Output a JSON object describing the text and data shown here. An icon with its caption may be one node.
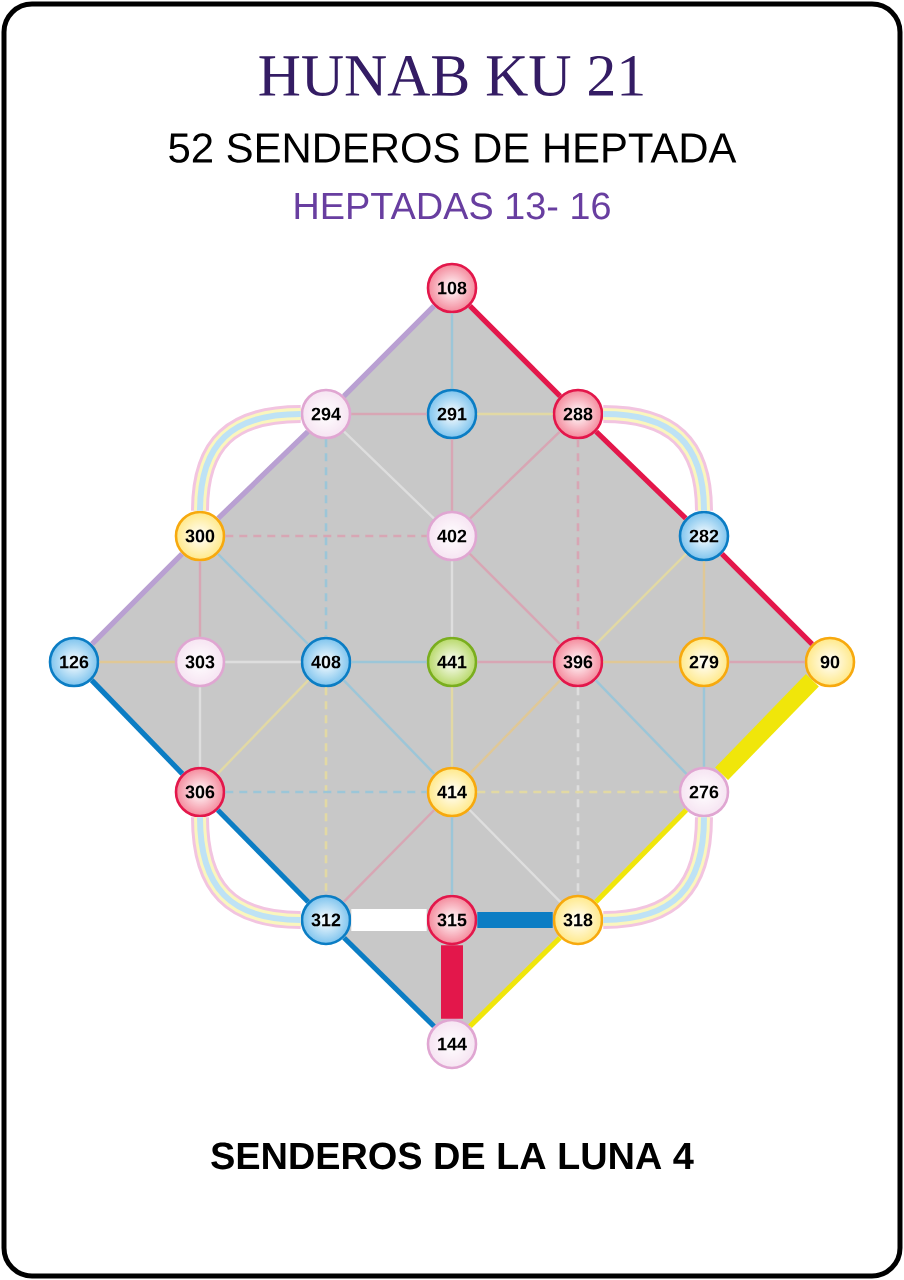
{
  "diagram": {
    "title": "HUNAB KU 21",
    "caption": "SENDEROS DE LA LUNA 4",
    "labels": [
      "52 SENDEROS DE HEPTADA",
      "HEPTADAS 13- 16"
    ],
    "nodes": [
      {
        "text": [
          "108"
        ]
      },
      {
        "text": [
          "294"
        ]
      },
      {
        "text": [
          "291"
        ]
      },
      {
        "text": [
          "288"
        ]
      },
      {
        "text": [
          "300"
        ]
      },
      {
        "text": [
          "402"
        ]
      },
      {
        "text": [
          "282"
        ]
      },
      {
        "text": [
          "126"
        ]
      },
      {
        "text": [
          "303"
        ]
      },
      {
        "text": [
          "408"
        ]
      },
      {
        "text": [
          "441"
        ]
      },
      {
        "text": [
          "396"
        ]
      },
      {
        "text": [
          "279"
        ]
      },
      {
        "text": [
          "90"
        ]
      },
      {
        "text": [
          "306"
        ]
      },
      {
        "text": [
          "414"
        ]
      },
      {
        "text": [
          "276"
        ]
      },
      {
        "text": [
          "312"
        ]
      },
      {
        "text": [
          "315"
        ]
      },
      {
        "text": [
          "318"
        ]
      },
      {
        "text": [
          "144"
        ]
      }
    ],
    "edges": [
      {
        "from": 0,
        "to": 1,
        "arrow": "none",
        "color": "#b9a0d2"
      },
      {
        "from": 1,
        "to": 4,
        "arrow": "none",
        "color": "#b9a0d2"
      },
      {
        "from": 4,
        "to": 7,
        "arrow": "none",
        "color": "#b9a0d2"
      },
      {
        "from": 0,
        "to": 3,
        "arrow": "none",
        "color": "#e3174b"
      },
      {
        "from": 3,
        "to": 6,
        "arrow": "none",
        "color": "#e3174b"
      },
      {
        "from": 6,
        "to": 13,
        "arrow": "none",
        "color": "#e3174b"
      },
      {
        "from": 7,
        "to": 14,
        "arrow": "none",
        "color": "#0b7dc4"
      },
      {
        "from": 14,
        "to": 17,
        "arrow": "none",
        "color": "#0b7dc4"
      },
      {
        "from": 17,
        "to": 20,
        "arrow": "none",
        "color": "#0b7dc4"
      },
      {
        "from": 13,
        "to": 16,
        "arrow": "none",
        "style": "thick",
        "color": "#f0e60a"
      },
      {
        "from": 16,
        "to": 19,
        "arrow": "none",
        "color": "#f0e60a"
      },
      {
        "from": 19,
        "to": 20,
        "arrow": "none",
        "color": "#f0e60a"
      },
      {
        "from": 18,
        "to": 20,
        "arrow": "none",
        "style": "thick",
        "color": "#e3174b"
      },
      {
        "from": 18,
        "to": 19,
        "arrow": "none",
        "style": "thick",
        "color": "#0b7dc4"
      },
      {
        "from": 17,
        "to": 18,
        "arrow": "none",
        "style": "thick",
        "color": "#ffffff"
      },
      {
        "from": 1,
        "to": 4,
        "arrow": "none",
        "style": "thick",
        "color": "#f2c4e0"
      },
      {
        "from": 3,
        "to": 6,
        "arrow": "none",
        "style": "thick",
        "color": "#f2c4e0"
      },
      {
        "from": 14,
        "to": 17,
        "arrow": "none",
        "style": "thick",
        "color": "#f2c4e0"
      },
      {
        "from": 16,
        "to": 19,
        "arrow": "none",
        "style": "thick",
        "color": "#f2c4e0"
      },
      {
        "from": 0,
        "to": 2,
        "arrow": "none",
        "color": "#9cc6d8"
      },
      {
        "from": 1,
        "to": 2,
        "arrow": "none",
        "color": "#d8a6b4"
      },
      {
        "from": 2,
        "to": 3,
        "arrow": "none",
        "color": "#e2d9a4"
      },
      {
        "from": 2,
        "to": 5,
        "arrow": "none",
        "color": "#d8a6b4"
      },
      {
        "from": 5,
        "to": 3,
        "arrow": "none",
        "color": "#d8a6b4"
      },
      {
        "from": 1,
        "to": 9,
        "arrow": "none",
        "style": "dashed",
        "color": "#9cc6d8"
      },
      {
        "from": 9,
        "to": 17,
        "arrow": "none",
        "style": "dashed",
        "color": "#e2d9a4"
      },
      {
        "from": 3,
        "to": 11,
        "arrow": "none",
        "style": "dashed",
        "color": "#d8a6b4"
      },
      {
        "from": 11,
        "to": 19,
        "arrow": "none",
        "style": "dashed",
        "color": "#dedede"
      },
      {
        "from": 4,
        "to": 5,
        "arrow": "none",
        "style": "dashed",
        "color": "#d8a6b4"
      },
      {
        "from": 4,
        "to": 8,
        "arrow": "none",
        "color": "#d8a6b4"
      },
      {
        "from": 4,
        "to": 9,
        "arrow": "none",
        "color": "#9cc6d8"
      },
      {
        "from": 1,
        "to": 5,
        "arrow": "none",
        "color": "#dedede"
      },
      {
        "from": 5,
        "to": 10,
        "arrow": "none",
        "color": "#dedede"
      },
      {
        "from": 5,
        "to": 11,
        "arrow": "none",
        "color": "#d8a6b4"
      },
      {
        "from": 6,
        "to": 12,
        "arrow": "none",
        "color": "#e0c896"
      },
      {
        "from": 6,
        "to": 11,
        "arrow": "none",
        "color": "#e2d9a4"
      },
      {
        "from": 7,
        "to": 8,
        "arrow": "none",
        "color": "#e0c896"
      },
      {
        "from": 8,
        "to": 9,
        "arrow": "none",
        "color": "#dedede"
      },
      {
        "from": 9,
        "to": 10,
        "arrow": "none",
        "color": "#9cc6d8"
      },
      {
        "from": 10,
        "to": 11,
        "arrow": "none",
        "color": "#d8a6b4"
      },
      {
        "from": 11,
        "to": 12,
        "arrow": "none",
        "color": "#e0c896"
      },
      {
        "from": 12,
        "to": 13,
        "arrow": "none",
        "color": "#d8a6b4"
      },
      {
        "from": 8,
        "to": 14,
        "arrow": "none",
        "color": "#dedede"
      },
      {
        "from": 9,
        "to": 15,
        "arrow": "none",
        "color": "#9cc6d8"
      },
      {
        "from": 10,
        "to": 15,
        "arrow": "none",
        "color": "#e2d9a4"
      },
      {
        "from": 11,
        "to": 15,
        "arrow": "none",
        "color": "#e0c896"
      },
      {
        "from": 11,
        "to": 16,
        "arrow": "none",
        "color": "#9cc6d8"
      },
      {
        "from": 12,
        "to": 16,
        "arrow": "none",
        "color": "#9cc6d8"
      },
      {
        "from": 9,
        "to": 14,
        "arrow": "none",
        "color": "#e2d9a4"
      },
      {
        "from": 14,
        "to": 15,
        "arrow": "none",
        "style": "dashed",
        "color": "#9cc6d8"
      },
      {
        "from": 15,
        "to": 16,
        "arrow": "none",
        "style": "dashed",
        "color": "#e2d9a4"
      },
      {
        "from": 15,
        "to": 17,
        "arrow": "none",
        "color": "#d8a6b4"
      },
      {
        "from": 15,
        "to": 18,
        "arrow": "none",
        "color": "#9cc6d8"
      },
      {
        "from": 15,
        "to": 19,
        "arrow": "none",
        "color": "#dedede"
      }
    ]
  }
}
